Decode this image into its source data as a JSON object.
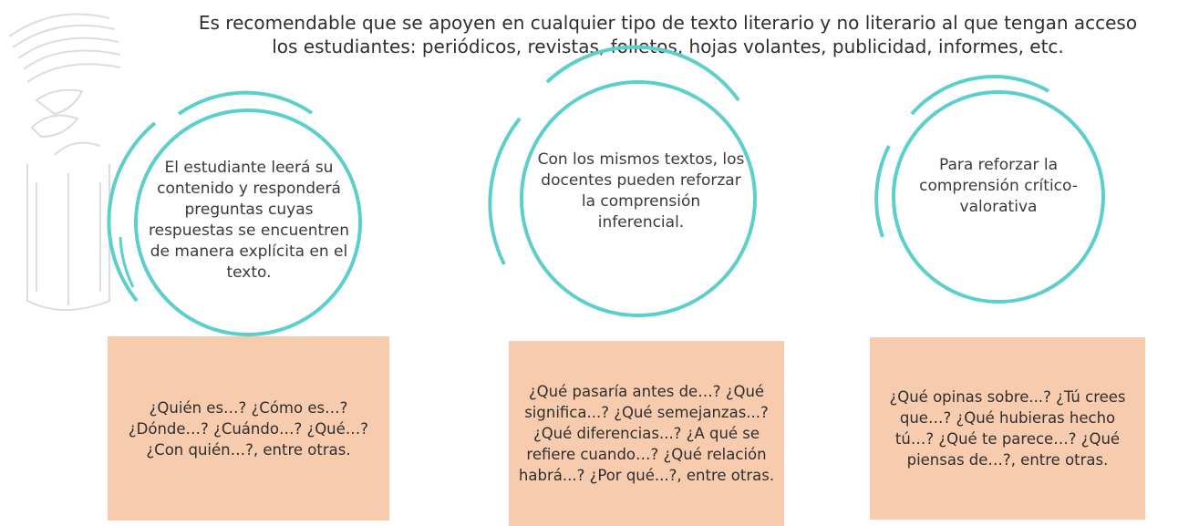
{
  "header": {
    "text": "Es recomendable que se apoyen en cualquier tipo de texto literario y no literario al que tengan acceso\nlos estudiantes: periódicos, revistas, folletos, hojas volantes, publicidad, informes, etc."
  },
  "colors": {
    "ring": "#5ccfcd",
    "box": "#f7cbad",
    "emblem": "#dcdcdc"
  },
  "columns": [
    {
      "circle_text": "El estudiante leerá su contenido y responderá preguntas cuyas respuestas se encuentren de manera explícita en el texto.",
      "box_text": "¿Quién es…? ¿Cómo es…? ¿Dónde…? ¿Cuándo…? ¿Qué…? ¿Con quién…?, entre otras."
    },
    {
      "circle_text": "Con los mismos textos, los docentes pueden reforzar la comprensión inferencial.",
      "box_text": "¿Qué pasaría antes de…? ¿Qué significa...? ¿Qué semejanzas...? ¿Qué diferencias...? ¿A qué se refiere cuando…? ¿Qué relación habrá...? ¿Por qué...?, entre otras."
    },
    {
      "circle_text": "Para reforzar la comprensión crítico-valorativa",
      "box_text": "¿Qué opinas sobre...? ¿Tú crees que…? ¿Qué hubieras hecho tú…? ¿Qué te parece…? ¿Qué piensas de…?, entre otras."
    }
  ]
}
